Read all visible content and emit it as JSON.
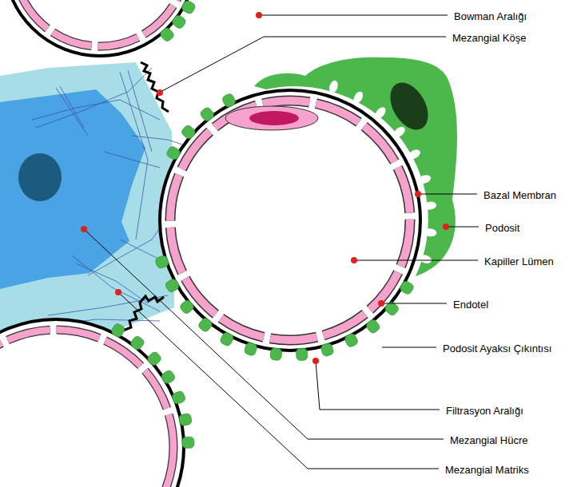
{
  "diagram": {
    "labels": [
      "Bowman Aralığı",
      "Mezangial Köşe",
      "Bazal Membran",
      "Podosit",
      "Kapiller Lümen",
      "Endotel",
      "Podosit Ayaksı Çıkıntısı",
      "Filtrasyon Aralığı",
      "Mezangial Hücre",
      "Mezangial Matriks"
    ]
  }
}
